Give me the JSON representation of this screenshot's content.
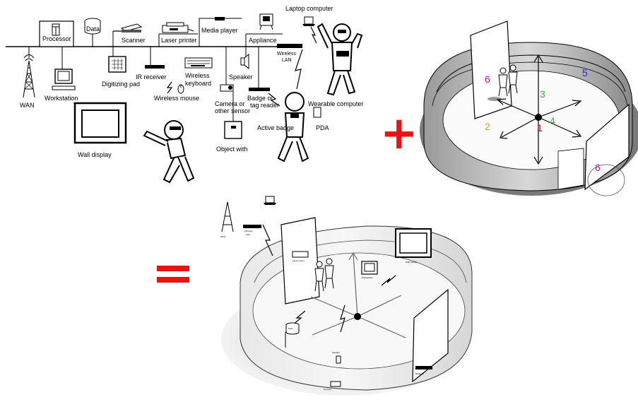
{
  "network_labels": {
    "processor": "Processor",
    "data": "Data",
    "scanner": "Scanner",
    "laser_printer": "Laser printer",
    "media_player": "Media player",
    "appliance": "Appliance",
    "laptop": "Laptop computer",
    "wan": "WAN",
    "workstation": "Workstation",
    "digitizing_pad": "Digitizing pad",
    "ir_receiver": "IR receiver",
    "wireless_keyboard_1": "Wireless",
    "wireless_keyboard_2": "keyboard",
    "wireless_mouse": "Wireless mouse",
    "speaker": "Speaker",
    "wireless_lan_1": "Wireless",
    "wireless_lan_2": "LAN",
    "camera_1": "Camera or",
    "camera_2": "other sensor",
    "badge_1": "Badge or",
    "badge_2": "tag reader",
    "wearable": "Wearable computer",
    "wall_display": "Wall display",
    "object_with": "Object with",
    "active_badge": "Active badge",
    "pda": "PDA"
  },
  "room_numbers": {
    "n1": "1",
    "n2": "2",
    "n3": "3",
    "n4": "4",
    "n5": "5",
    "n6a": "6",
    "n6b": "6"
  },
  "room_number_colors": {
    "n1": "#e00000",
    "n2": "#d4a017",
    "n3": "#22c22b",
    "n4": "#22c22b",
    "n5": "#1c2ecf",
    "n6": "#e600c8"
  },
  "combined_labels": {
    "wan": "WAN",
    "wireless_lan_1": "Wireless",
    "wireless_lan_2": "LAN",
    "laser_printer": "Laser printer",
    "workstation": "Workstation",
    "wall_display": "Wall display",
    "data": "Data",
    "speaker": "Speaker",
    "camera": "Camera",
    "badge": "Badge or"
  },
  "operators": {
    "plus": "+",
    "equals": "="
  },
  "operator_color": "#ee1111"
}
